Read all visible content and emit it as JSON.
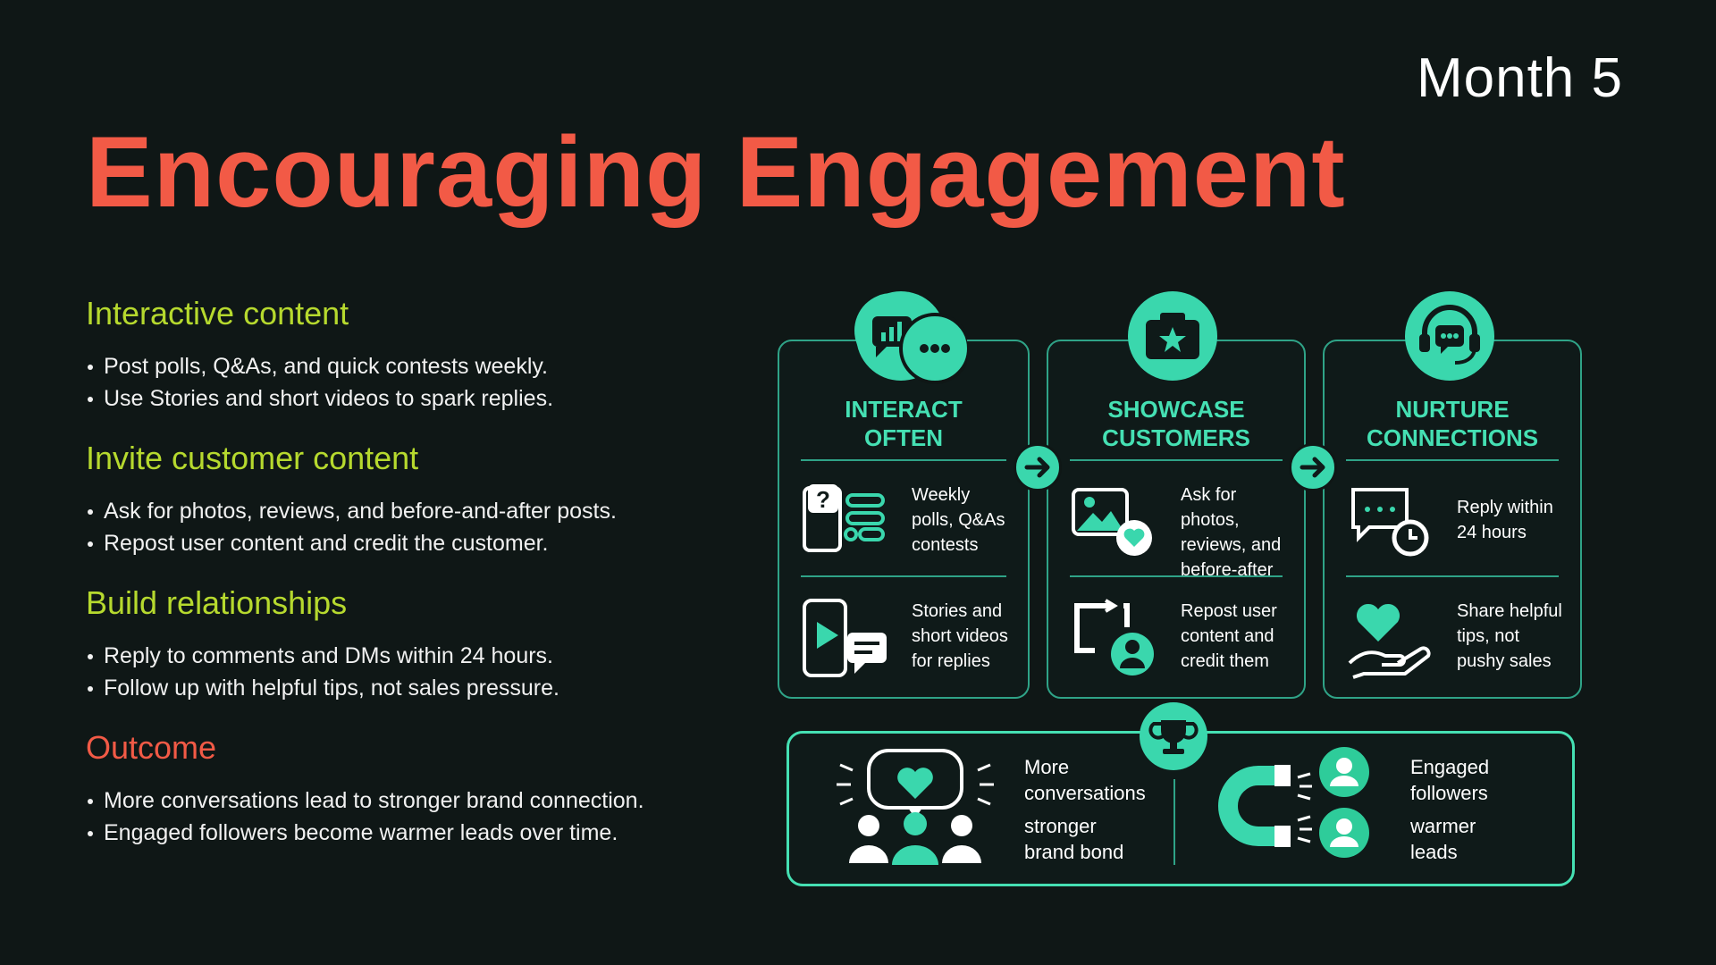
{
  "header": {
    "month": "Month 5",
    "title": "Encouraging Engagement"
  },
  "sections": [
    {
      "heading": "Interactive content",
      "bullets": [
        "Post polls, Q&As, and quick contests weekly.",
        "Use Stories and short videos to spark replies."
      ]
    },
    {
      "heading": "Invite customer content",
      "bullets": [
        "Ask for photos, reviews, and before-and-after posts.",
        "Repost user content and credit the customer."
      ]
    },
    {
      "heading": "Build relationships",
      "bullets": [
        "Reply to comments and DMs within 24 hours.",
        "Follow up with helpful tips, not sales pressure."
      ]
    },
    {
      "heading": "Outcome",
      "bullets": [
        "More conversations lead to stronger brand connection.",
        "Engaged followers become warmer leads over time."
      ]
    }
  ],
  "cards": [
    {
      "title_line1": "INTERACT",
      "title_line2": "OFTEN",
      "icon": "chat-poll-icon",
      "rows": [
        {
          "icon": "poll-question-icon",
          "lines": [
            "Weekly",
            "polls, Q&As",
            "contests"
          ]
        },
        {
          "icon": "video-phone-icon",
          "lines": [
            "Stories and",
            "short videos",
            "for replies"
          ]
        }
      ]
    },
    {
      "title_line1": "SHOWCASE",
      "title_line2": "CUSTOMERS",
      "icon": "camera-star-icon",
      "rows": [
        {
          "icon": "photo-heart-icon",
          "lines": [
            "Ask for photos,",
            "reviews, and",
            "before-after"
          ]
        },
        {
          "icon": "repost-user-icon",
          "lines": [
            "Repost user",
            "content and",
            "credit them"
          ]
        }
      ]
    },
    {
      "title_line1": "NURTURE",
      "title_line2": "CONNECTIONS",
      "icon": "headset-icon",
      "rows": [
        {
          "icon": "chat-clock-icon",
          "lines": [
            "Reply within",
            "24 hours"
          ]
        },
        {
          "icon": "heart-hand-icon",
          "lines": [
            "Share helpful",
            "tips, not",
            "pushy sales"
          ]
        }
      ]
    }
  ],
  "outcome": {
    "icon": "trophy-icon",
    "left_lines": [
      "More",
      "conversations"
    ],
    "left_lines2": [
      "stronger",
      "brand bond"
    ],
    "right_lines": [
      "Engaged",
      "followers"
    ],
    "right_lines2": [
      "warmer",
      "leads"
    ]
  },
  "colors": {
    "background": "#0f1716",
    "accent": "#3ad7ad",
    "title": "#f25a46",
    "heading": "#b6d92e"
  }
}
